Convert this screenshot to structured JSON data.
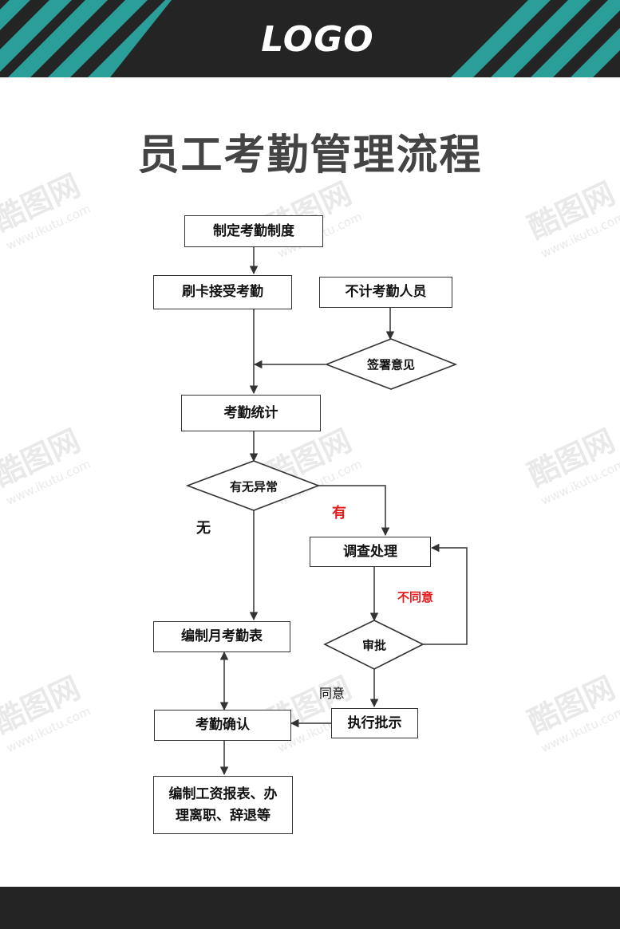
{
  "header": {
    "logo_text": "LOGO"
  },
  "title": "员工考勤管理流程",
  "watermark": {
    "brand": "酷图网",
    "url": "www.ikutu.com"
  },
  "colors": {
    "bar": "#242424",
    "stripe": "#2a9f9a",
    "title": "#444444",
    "highlight": "#e31b1b"
  },
  "flowchart": {
    "steps": {
      "establish_policy": "制定考勤制度",
      "card_swipe": "刷卡接受考勤",
      "exempt_staff": "不计考勤人员",
      "sign_opinion": "签署意见",
      "statistics": "考勤统计",
      "anomaly_check": "有无异常",
      "investigate": "调查处理",
      "monthly_sheet": "编制月考勤表",
      "approval": "审批",
      "confirm": "考勤确认",
      "execute": "执行批示",
      "payroll_line1": "编制工资报表、办",
      "payroll_line2": "理离职、辞退等"
    },
    "labels": {
      "no": "无",
      "yes": "有",
      "disagree": "不同意",
      "agree": "同意"
    }
  }
}
